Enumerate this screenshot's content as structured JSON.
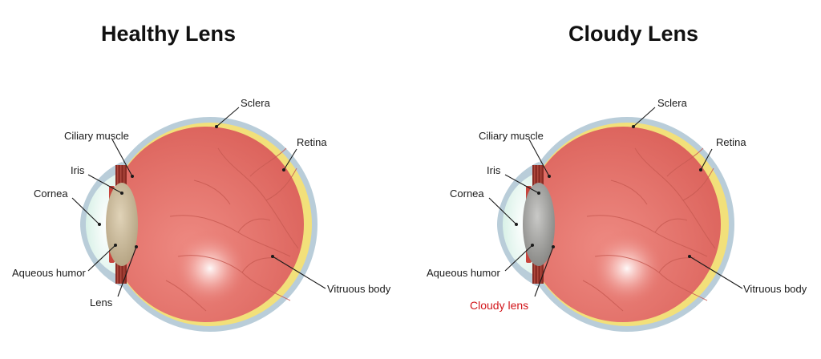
{
  "panels": [
    {
      "title": "Healthy Lens",
      "labels": {
        "sclera": "Sclera",
        "retina": "Retina",
        "ciliary_muscle": "Ciliary muscle",
        "iris": "Iris",
        "cornea": "Cornea",
        "aqueous_humor": "Aqueous humor",
        "lens": "Lens",
        "vitreous_body": "Vitruous body"
      },
      "lens_color": "#c8b89a"
    },
    {
      "title": "Cloudy Lens",
      "labels": {
        "sclera": "Sclera",
        "retina": "Retina",
        "ciliary_muscle": "Ciliary muscle",
        "iris": "Iris",
        "cornea": "Cornea",
        "aqueous_humor": "Aqueous humor",
        "lens": "Cloudy lens",
        "vitreous_body": "Vitruous body"
      },
      "lens_color": "#a8a8a6",
      "lens_label_color": "#d2161b"
    }
  ],
  "colors": {
    "sclera": "#b9cdd9",
    "retina": "#f2e07a",
    "vitreous": "#e46e66",
    "ciliary": "#8a2c24",
    "iris": "#c7453d",
    "cornea": "#e4f6ef"
  }
}
